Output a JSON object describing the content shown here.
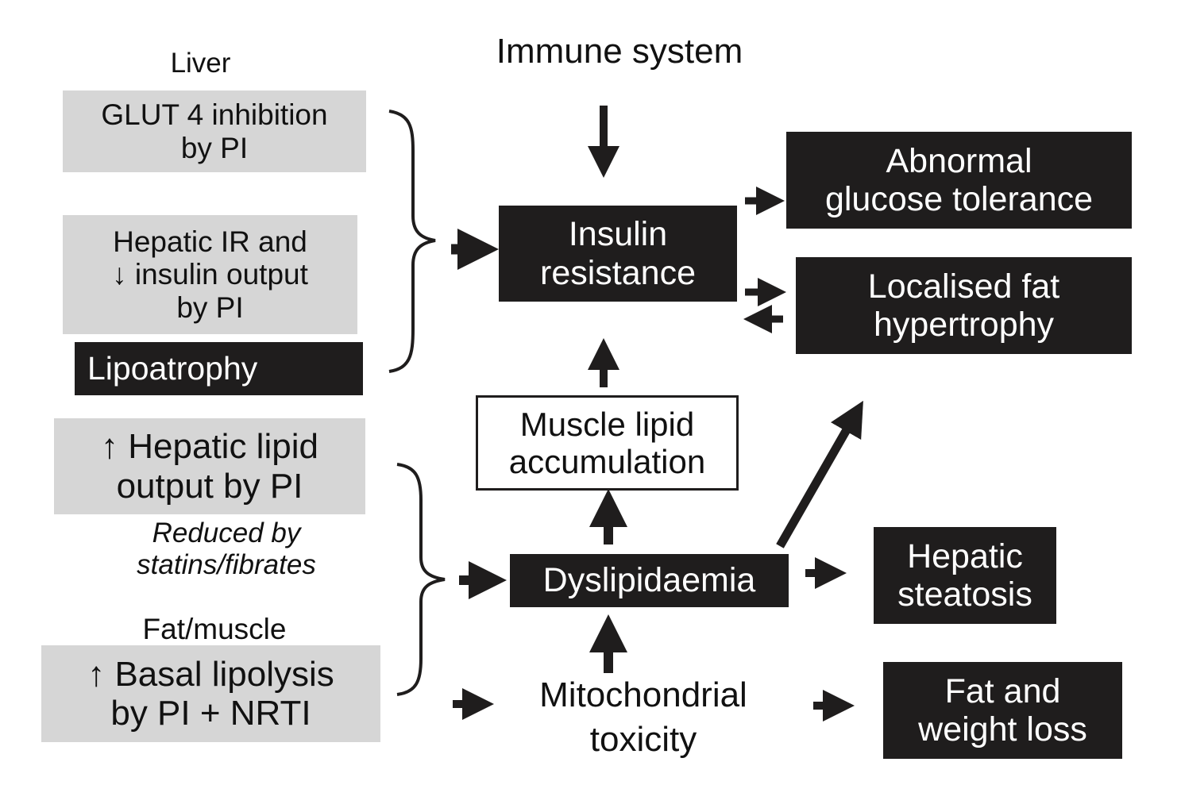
{
  "headers": {
    "liver": "Liver",
    "immune": "Immune system",
    "fat_muscle": "Fat/muscle"
  },
  "left": {
    "glut4": "GLUT 4 inhibition\nby PI",
    "hepatic_ir": "Hepatic IR and\n↓ insulin output\nby PI",
    "lipoatrophy": "Lipoatrophy",
    "hepatic_lipid": "↑ Hepatic lipid\noutput by PI",
    "reduced_by": "Reduced by\nstatins/fibrates",
    "basal_lipolysis": "↑ Basal lipolysis\nby PI + NRTI"
  },
  "center": {
    "insulin_resistance": "Insulin\nresistance",
    "muscle_lipid": "Muscle lipid\naccumulation",
    "dyslipidaemia": "Dyslipidaemia",
    "mitochondrial": "Mitochondrial\ntoxicity"
  },
  "outcomes": {
    "abnormal_glucose": "Abnormal\nglucose tolerance",
    "localised_fat": "Localised fat\nhypertrophy",
    "hepatic_steatosis": "Hepatic\nsteatosis",
    "fat_weight_loss": "Fat and\nweight loss"
  },
  "colors": {
    "dark_box": "#1f1d1d",
    "grey_box": "#d6d6d6",
    "arrow": "#1f1d1d"
  }
}
